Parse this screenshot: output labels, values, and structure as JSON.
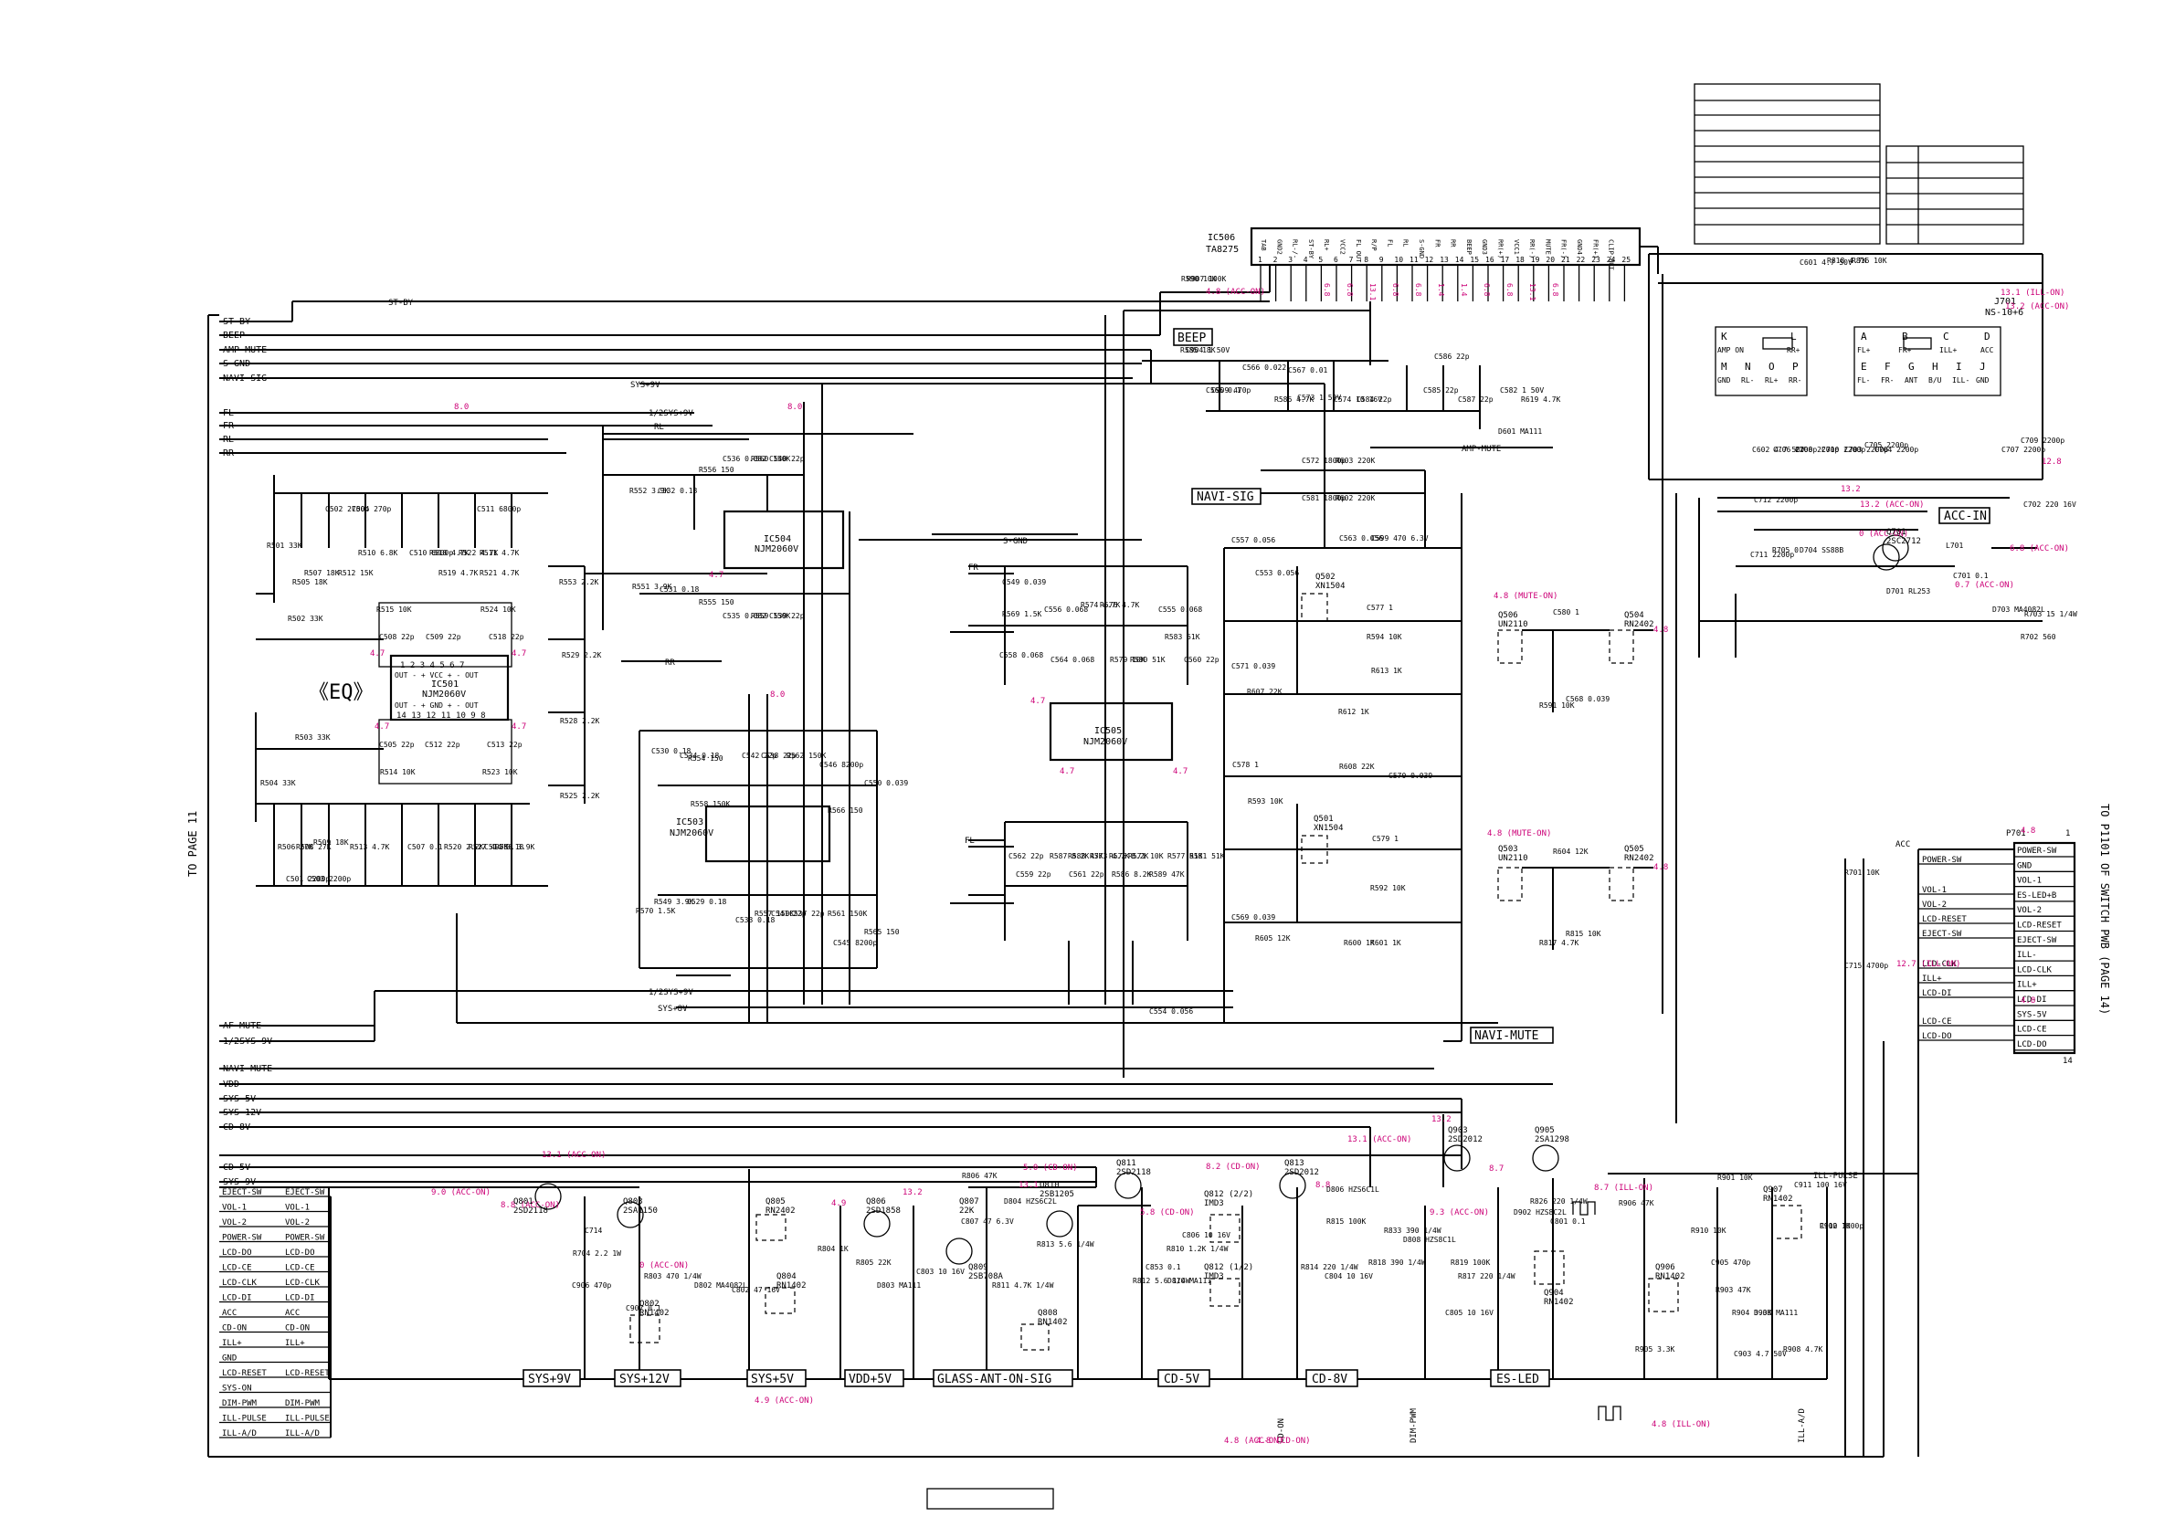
{
  "side_label": "TO PAGE 11",
  "right_side_label": "TO P1101 OF SWITCH PWB (PAGE 14)",
  "left_bus": [
    "ST-BY",
    "BEEP",
    "AMP-MUTE",
    "S-GND",
    "NAVI-SIG",
    "FL",
    "FR",
    "RL",
    "RR",
    "AF-MUTE",
    "1/2SYS-9V",
    "NAVI-MUTE",
    "VDD",
    "SYS-5V",
    "SYS-12V",
    "CD-8V",
    "CD-5V",
    "SYS-9V"
  ],
  "left_connector": [
    [
      "EJECT-SW",
      "EJECT-SW"
    ],
    [
      "VOL-1",
      "VOL-1"
    ],
    [
      "VOL-2",
      "VOL-2"
    ],
    [
      "POWER-SW",
      "POWER-SW"
    ],
    [
      "LCD-DO",
      "LCD-DO"
    ],
    [
      "LCD-CE",
      "LCD-CE"
    ],
    [
      "LCD-CLK",
      "LCD-CLK"
    ],
    [
      "LCD-DI",
      "LCD-DI"
    ],
    [
      "ACC",
      "ACC"
    ],
    [
      "CD-ON",
      "CD-ON"
    ],
    [
      "ILL+",
      "ILL+"
    ],
    [
      "GND",
      ""
    ],
    [
      "LCD-RESET",
      "LCD-RESET"
    ],
    [
      "SYS-ON",
      ""
    ],
    [
      "DIM-PWM",
      "DIM-PWM"
    ],
    [
      "ILL-PULSE",
      "ILL-PULSE"
    ],
    [
      "ILL-A/D",
      "ILL-A/D"
    ]
  ],
  "p701": {
    "title": "P701",
    "pin_first": "1",
    "pin_last": "14",
    "pins": [
      "POWER-SW",
      "GND",
      "VOL-1",
      "ES-LED+B",
      "VOL-2",
      "LCD-RESET",
      "EJECT-SW",
      "ILL-",
      "LCD-CLK",
      "ILL+",
      "LCD-DI",
      "SYS-5V",
      "LCD-CE",
      "LCD-DO"
    ],
    "wire_labels": [
      "POWER-SW",
      "VOL-1",
      "VOL-2",
      "LCD-RESET",
      "EJECT-SW",
      "LCD-CLK",
      "ILL+",
      "LCD-DI",
      "LCD-CE",
      "LCD-DO"
    ],
    "acc": "ACC"
  },
  "ic506": {
    "name": "IC506",
    "part": "TA8275",
    "pins": [
      "TAB",
      "GND2",
      "RL-/-",
      "ST-BY",
      "RL+",
      "VCC2",
      "FL OUT",
      "R/P",
      "FL",
      "RL",
      "S-GND",
      "FR",
      "RR",
      "BEEP",
      "GND3",
      "RR(+)",
      "VCC1",
      "RR(-)",
      "MUTE",
      "FR(-)",
      "GND4",
      "FR(+)",
      "CLIP-OUT"
    ],
    "pin_nums": [
      "1",
      "2",
      "3",
      "4",
      "5",
      "6",
      "7",
      "8",
      "9",
      "10",
      "11",
      "12",
      "13",
      "14",
      "15",
      "16",
      "17",
      "18",
      "19",
      "20",
      "21",
      "22",
      "23",
      "24",
      "25"
    ],
    "voltages": [
      "6.8",
      "6.8",
      "13.1",
      "6.8",
      "6.8",
      "1.4",
      "1.4",
      "6.8",
      "6.8",
      "13.1",
      "6.8"
    ]
  },
  "ic501": {
    "name": "IC501",
    "part": "NJM2060V",
    "row1": "1 2 3 4 5 6 7",
    "row1b": "OUT - + VCC + - OUT",
    "row2": "OUT - + GND + - OUT",
    "row2b": "14 13 12 11 10 9 8"
  },
  "ic503": {
    "name": "IC503",
    "part": "NJM2060V"
  },
  "ic504": {
    "name": "IC504",
    "part": "NJM2060V"
  },
  "ic505": {
    "name": "IC505",
    "part": "NJM2060V"
  },
  "j701": {
    "name": "J701",
    "part": "NS-10+6",
    "top_left": [
      "K",
      "N",
      "L"
    ],
    "top_left_labels": [
      "AMP ON",
      "",
      "RR+"
    ],
    "bottom_left": [
      "M",
      "N",
      "O",
      "P"
    ],
    "bottom_left_labels": [
      "GND",
      "RL-",
      "RL+",
      "RR-"
    ],
    "top_right": [
      "A",
      "B",
      "C",
      "D"
    ],
    "top_right_labels": [
      "FL+",
      "FR+",
      "ILL+",
      "ACC"
    ],
    "bottom_right": [
      "E",
      "F",
      "G",
      "H",
      "I",
      "J"
    ],
    "bottom_right_labels": [
      "FL-",
      "FR-",
      "ANT",
      "B/U",
      "ILL-",
      "GND"
    ]
  },
  "section_labels": [
    "《EQ》",
    "BEEP",
    "NAVI-SIG",
    "NAVI-MUTE",
    "ACC-IN",
    "SYS+9V",
    "SYS+12V",
    "SYS+5V",
    "VDD+5V",
    "GLASS-ANT-ON-SIG",
    "CD-5V",
    "CD-8V",
    "ES-LED"
  ],
  "net_labels": [
    "ST-BY",
    "SYS+9V",
    "1/2SYS+9V",
    "RL",
    "FR",
    "RR",
    "FL",
    "S-GND",
    "AMP-MUTE",
    "ILL-PULSE",
    "1/2SYS+9V",
    "SYS+8V",
    "DIM-PWM",
    "ILL-A/D",
    "CD-ON"
  ],
  "voltages": [
    "4.8 (ACC-ON)",
    "8.0",
    "8.0",
    "4.7",
    "4.7",
    "4.7",
    "4.7",
    "8.0",
    "4.7",
    "4.7",
    "4.7",
    "4.7",
    "4.8 (MUTE-ON)",
    "4.8",
    "4.8 (MUTE-ON)",
    "4.8",
    "13.1 (ILL-ON)",
    "13.2 (ACC-ON)",
    "12.8",
    "13.2 (ACC-ON)",
    "0 (ACC-ON)",
    "6.8 (ACC-ON)",
    "0.7 (ACC-ON)",
    "13.2",
    "4.8",
    "12.7 (ILL-ON)",
    "4.8",
    "13.1 (ACC-ON)",
    "9.0 (ACC-ON)",
    "8.8 (ACC-ON)",
    "0 (ACC-ON)",
    "4.9",
    "4.9 (ACC-ON)",
    "5.0 (CD-ON)",
    "13.2",
    "13.1",
    "5.8 (CD-ON)",
    "8.2 (CD-ON)",
    "8.8",
    "4.8 (ACC-ON)",
    "13.1 (ACC-ON)",
    "8.7",
    "13.2",
    "9.3 (ACC-ON)",
    "8.7 (ILL-ON)",
    "4.8 (CD-ON)",
    "4.8 (ILL-ON)"
  ],
  "transistors": [
    [
      "Q801",
      "2SD2118"
    ],
    [
      "Q803",
      "2SA1150"
    ],
    [
      "Q805",
      "RN2402"
    ],
    [
      "Q806",
      "2SD1858"
    ],
    [
      "Q807",
      "22K"
    ],
    [
      "Q810",
      "2SB1205"
    ],
    [
      "Q811",
      "2SD2118"
    ],
    [
      "Q813",
      "2SD2012"
    ],
    [
      "Q903",
      "2SD2012"
    ],
    [
      "Q905",
      "2SA1298"
    ],
    [
      "Q907",
      "RN1402"
    ],
    [
      "Q701",
      "2SC2712"
    ],
    [
      "Q502",
      "XN1504"
    ],
    [
      "Q501",
      "XN1504"
    ],
    [
      "Q506",
      "UN2110"
    ],
    [
      "Q504",
      "RN2402"
    ],
    [
      "Q503",
      "UN2110"
    ],
    [
      "Q505",
      "RN2402"
    ],
    [
      "Q809",
      "2SB708A"
    ],
    [
      "Q808",
      "RN1402"
    ],
    [
      "Q804",
      "RN1402"
    ],
    [
      "Q802",
      "RN1402"
    ],
    [
      "Q812 (2/2)",
      "IMD3"
    ],
    [
      "Q812 (1/2)",
      "IMD3"
    ],
    [
      "Q904",
      "RN1402"
    ],
    [
      "Q906",
      "RN1402"
    ]
  ],
  "components": [
    "R590 10K",
    "R585 18K",
    "C565 0.1",
    "C566 0.022",
    "R586 4.7K",
    "C567 0.01",
    "C573 1 50V",
    "C574 10 16V",
    "C584 22p",
    "C585 22p",
    "C586 22p",
    "C587 22p",
    "C582 1 50V",
    "R619 4.7K",
    "D601 MA111",
    "C572 1800p",
    "R603 220K",
    "C581 1800p",
    "R602 220K",
    "R556 150",
    "C536 0.082",
    "R560 150K",
    "C540 22p",
    "R552 3.9K",
    "C532 0.18",
    "R551 3.9K",
    "C531 0.18",
    "R555 150",
    "C535 0.082",
    "R559 150K",
    "C539 22p",
    "R553 2.2K",
    "R529 2.2K",
    "R528 2.2K",
    "R525 2.2K",
    "R501 33K",
    "R505 18K",
    "R507 18K",
    "C502 2700p",
    "C504 270p",
    "R510 6.8K",
    "C510 6800p",
    "R518 4.7K",
    "R522 4.7K",
    "C511 6800p",
    "R511 4.7K",
    "R512 15K",
    "R519 4.7K",
    "R521 4.7K",
    "R515 10K",
    "R524 10K",
    "C508 22p",
    "C509 22p",
    "C518 22p",
    "C505 22p",
    "C512 22p",
    "C513 22p",
    "R514 10K",
    "R523 10K",
    "R502 33K",
    "R503 33K",
    "R504 33K",
    "R506 27K",
    "R508 27K",
    "R509 18K",
    "C501 2200p",
    "C503 2200p",
    "R513 4.7K",
    "C507 0.1",
    "R520 2.2K",
    "R527 4.7K",
    "C514 0.18",
    "R550 3.9K",
    "C530 0.18",
    "C534 0.18",
    "R554 150",
    "R558 150K",
    "C542 22p",
    "C538 22p",
    "R562 150K",
    "C546 8200p",
    "R566 150",
    "C550 0.039",
    "R570 1.5K",
    "R549 3.9K",
    "C529 0.18",
    "C533 0.18",
    "R557 150K",
    "C541 22p",
    "C537 22p",
    "R561 150K",
    "C545 8200p",
    "R565 150",
    "C549 0.039",
    "R569 1.5K",
    "C556 0.068",
    "C555 0.068",
    "C558 0.068",
    "C564 0.068",
    "R574 4.7K",
    "R576 4.7K",
    "R579 10K",
    "R580 51K",
    "R583 51K",
    "C560 22p",
    "C562 22p",
    "R587 8.2K",
    "R588 47K",
    "R573 4.7K",
    "R575 8.2K",
    "R571 10K",
    "R577 51K",
    "R581 51K",
    "C559 22p",
    "C561 22p",
    "R586 8.2K",
    "R589 47K",
    "C554 0.056",
    "C557 0.056",
    "C553 0.056",
    "C563 0.056",
    "C599 470 6.3V",
    "C577 1",
    "R594 10K",
    "C571 0.039",
    "R607 22K",
    "R613 1K",
    "R612 1K",
    "C578 1",
    "R593 10K",
    "R608 22K",
    "C570 0.039",
    "C579 1",
    "R592 10K",
    "C569 0.039",
    "R605 12K",
    "R600 1K",
    "R601 1K",
    "C580 1",
    "R591 10K",
    "C568 0.039",
    "R604 12K",
    "R817 4.7K",
    "R815 10K",
    "C601 4.7 50V",
    "R818 4.7K",
    "R816 10K",
    "C602 4.7 50V",
    "C706 2200p",
    "C708 2200p",
    "C710 2200p",
    "C703 2200p",
    "C704 2200p",
    "C705 2200p",
    "C707 2200p",
    "C709 2200p",
    "C712 2200p",
    "C711 2200p",
    "R705 0",
    "D704 SS88B",
    "L701",
    "C701 0.1",
    "C702 220 16V",
    "D701 RL253",
    "D703 MA4082L",
    "R702 560",
    "R703 15 1/4W",
    "R701 10K",
    "C715 4700p",
    "C714",
    "R704 2.2 1W",
    "C906 470p",
    "C907 0.1",
    "R803 470 1/4W",
    "D802 MA4082L",
    "C802 47 16V",
    "R804 1K",
    "R805 22K",
    "D803 MA111",
    "C803 10 16V",
    "R806 47K",
    "C807 47 6.3V",
    "D804 HZS6C2L",
    "R811 4.7K 1/4W",
    "R813 5.6 1/4W",
    "R812 5.6 1/4W",
    "C853 0.1",
    "R810 1.2K 1/4W",
    "D810 MA111",
    "C806 10 16V",
    "D806 HZS6C1L",
    "R815 100K",
    "R814 220 1/4W",
    "C804 10 16V",
    "R818 390 1/4W",
    "R833 390 1/4W",
    "D808 HZS8C1L",
    "R819 100K",
    "C805 10 16V",
    "R817 220 1/4W",
    "R826 220 1/4W",
    "D902 HZS8C2L",
    "C801 0.1",
    "R901 10K",
    "C911 100 16V",
    "R902 1K",
    "R906 47K",
    "R910 10K",
    "C905 470p",
    "R903 47K",
    "R904 3.3K",
    "D903 MA111",
    "R905 3.3K",
    "C903 4.7 50V",
    "R908 4.7K",
    "C910 1000p",
    "R907 100K",
    "C904 1 50V",
    "C909 470p"
  ]
}
